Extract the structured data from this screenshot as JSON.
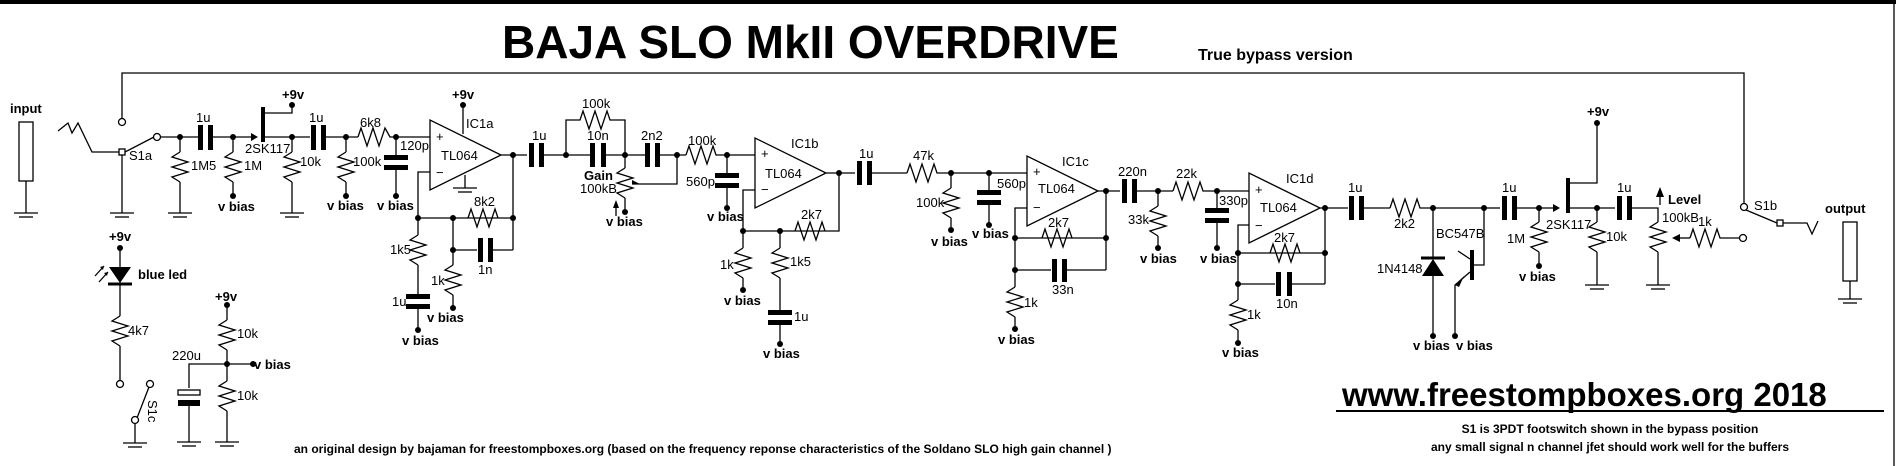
{
  "header": {
    "title": "BAJA SLO MkII OVERDRIVE",
    "subtitle": "True bypass version"
  },
  "footer": {
    "site": "www.freestompboxes.org 2018",
    "note_switch": "S1 is 3PDT footswitch shown in the bypass position",
    "note_jfet": "any small signal n channel jfet should work well for the buffers",
    "credit": "an original design by bajaman for freestompboxes.org (based on the frequency reponse characteristics of the Soldano SLO high gain channel )"
  },
  "io": {
    "input": "input",
    "output": "output"
  },
  "rails": {
    "vplus": "+9v",
    "vbias": "v bias"
  },
  "switches": {
    "s1a": "S1a",
    "s1b": "S1b",
    "s1c": "S1c"
  },
  "input_buffer": {
    "c_in": "1u",
    "r_pulldown": "1M5",
    "r_gate": "1M",
    "jfet": "2SK117",
    "r_source": "10k",
    "c_out": "1u"
  },
  "stage1": {
    "r_series": "6k8",
    "r_bias": "100k",
    "c_shunt": "120p",
    "ic": "IC1a",
    "opamp": "TL064",
    "r_fb": "8k2",
    "c_fb": "1n",
    "r_gnd1": "1k5",
    "c_gnd1": "1u",
    "r_gnd2": "1k"
  },
  "tone": {
    "c_couple": "1u",
    "r_bridge": "100k",
    "c_bridge": "10n",
    "c_2n2": "2n2",
    "gain_label": "Gain",
    "gain_value": "100kB",
    "r_series": "100k",
    "c_shunt": "560p"
  },
  "stage2": {
    "ic": "IC1b",
    "opamp": "TL064",
    "r_fb": "2k7",
    "r_gnd1": "1k",
    "r_gnd2": "1k5",
    "c_gnd2": "1u"
  },
  "stage3_input": {
    "c_couple": "1u",
    "r_series": "47k",
    "r_shunt": "100k",
    "c_shunt": "560p"
  },
  "stage3": {
    "ic": "IC1c",
    "opamp": "TL064",
    "r_fb": "2k7",
    "c_fb": "33n",
    "r_gnd": "1k"
  },
  "stage4_input": {
    "c_couple": "220n",
    "r_shunt": "33k",
    "r_series": "22k",
    "c_shunt": "330p"
  },
  "stage4": {
    "ic": "IC1d",
    "opamp": "TL064",
    "r_fb": "2k7",
    "c_fb": "10n",
    "r_gnd": "1k"
  },
  "clipper": {
    "c_couple": "1u",
    "r_series": "2k2",
    "diode": "1N4148",
    "transistor": "BC547B"
  },
  "output_buffer": {
    "c_in": "1u",
    "r_gate": "1M",
    "jfet": "2SK117",
    "r_source": "10k",
    "c_out": "1u",
    "level_label": "Level",
    "level_value": "100kB",
    "r_out": "1k"
  },
  "power": {
    "led": "blue led",
    "r_led": "4k7",
    "c_filter": "220u",
    "r_div_top": "10k",
    "r_div_bot": "10k"
  }
}
